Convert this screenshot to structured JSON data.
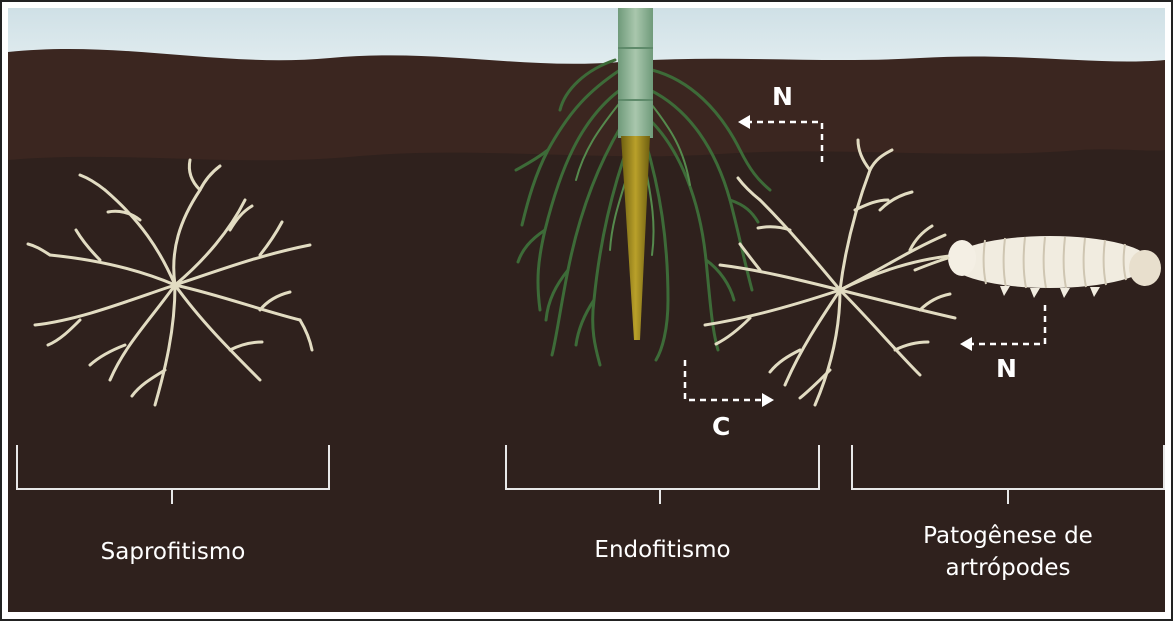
{
  "labels": {
    "saprophytism": "Saprofitismo",
    "endophytism": "Endofitismo",
    "arthropod_pathogenesis": "Patogênese de\nartrópodes"
  },
  "flows": {
    "nitrogen_to_plant": "N",
    "carbon_to_fungus": "C",
    "nitrogen_from_insect": "N"
  },
  "colors": {
    "sky": "#dce9ee",
    "soil_top": "#3b2620",
    "soil_bottom": "#2f211d",
    "mycelium": "#e2dcc2",
    "root": "#3d6b38",
    "stem": "#8fb498",
    "taproot": "#a08a1c",
    "larva": "#f1ece0",
    "text": "#ffffff"
  }
}
